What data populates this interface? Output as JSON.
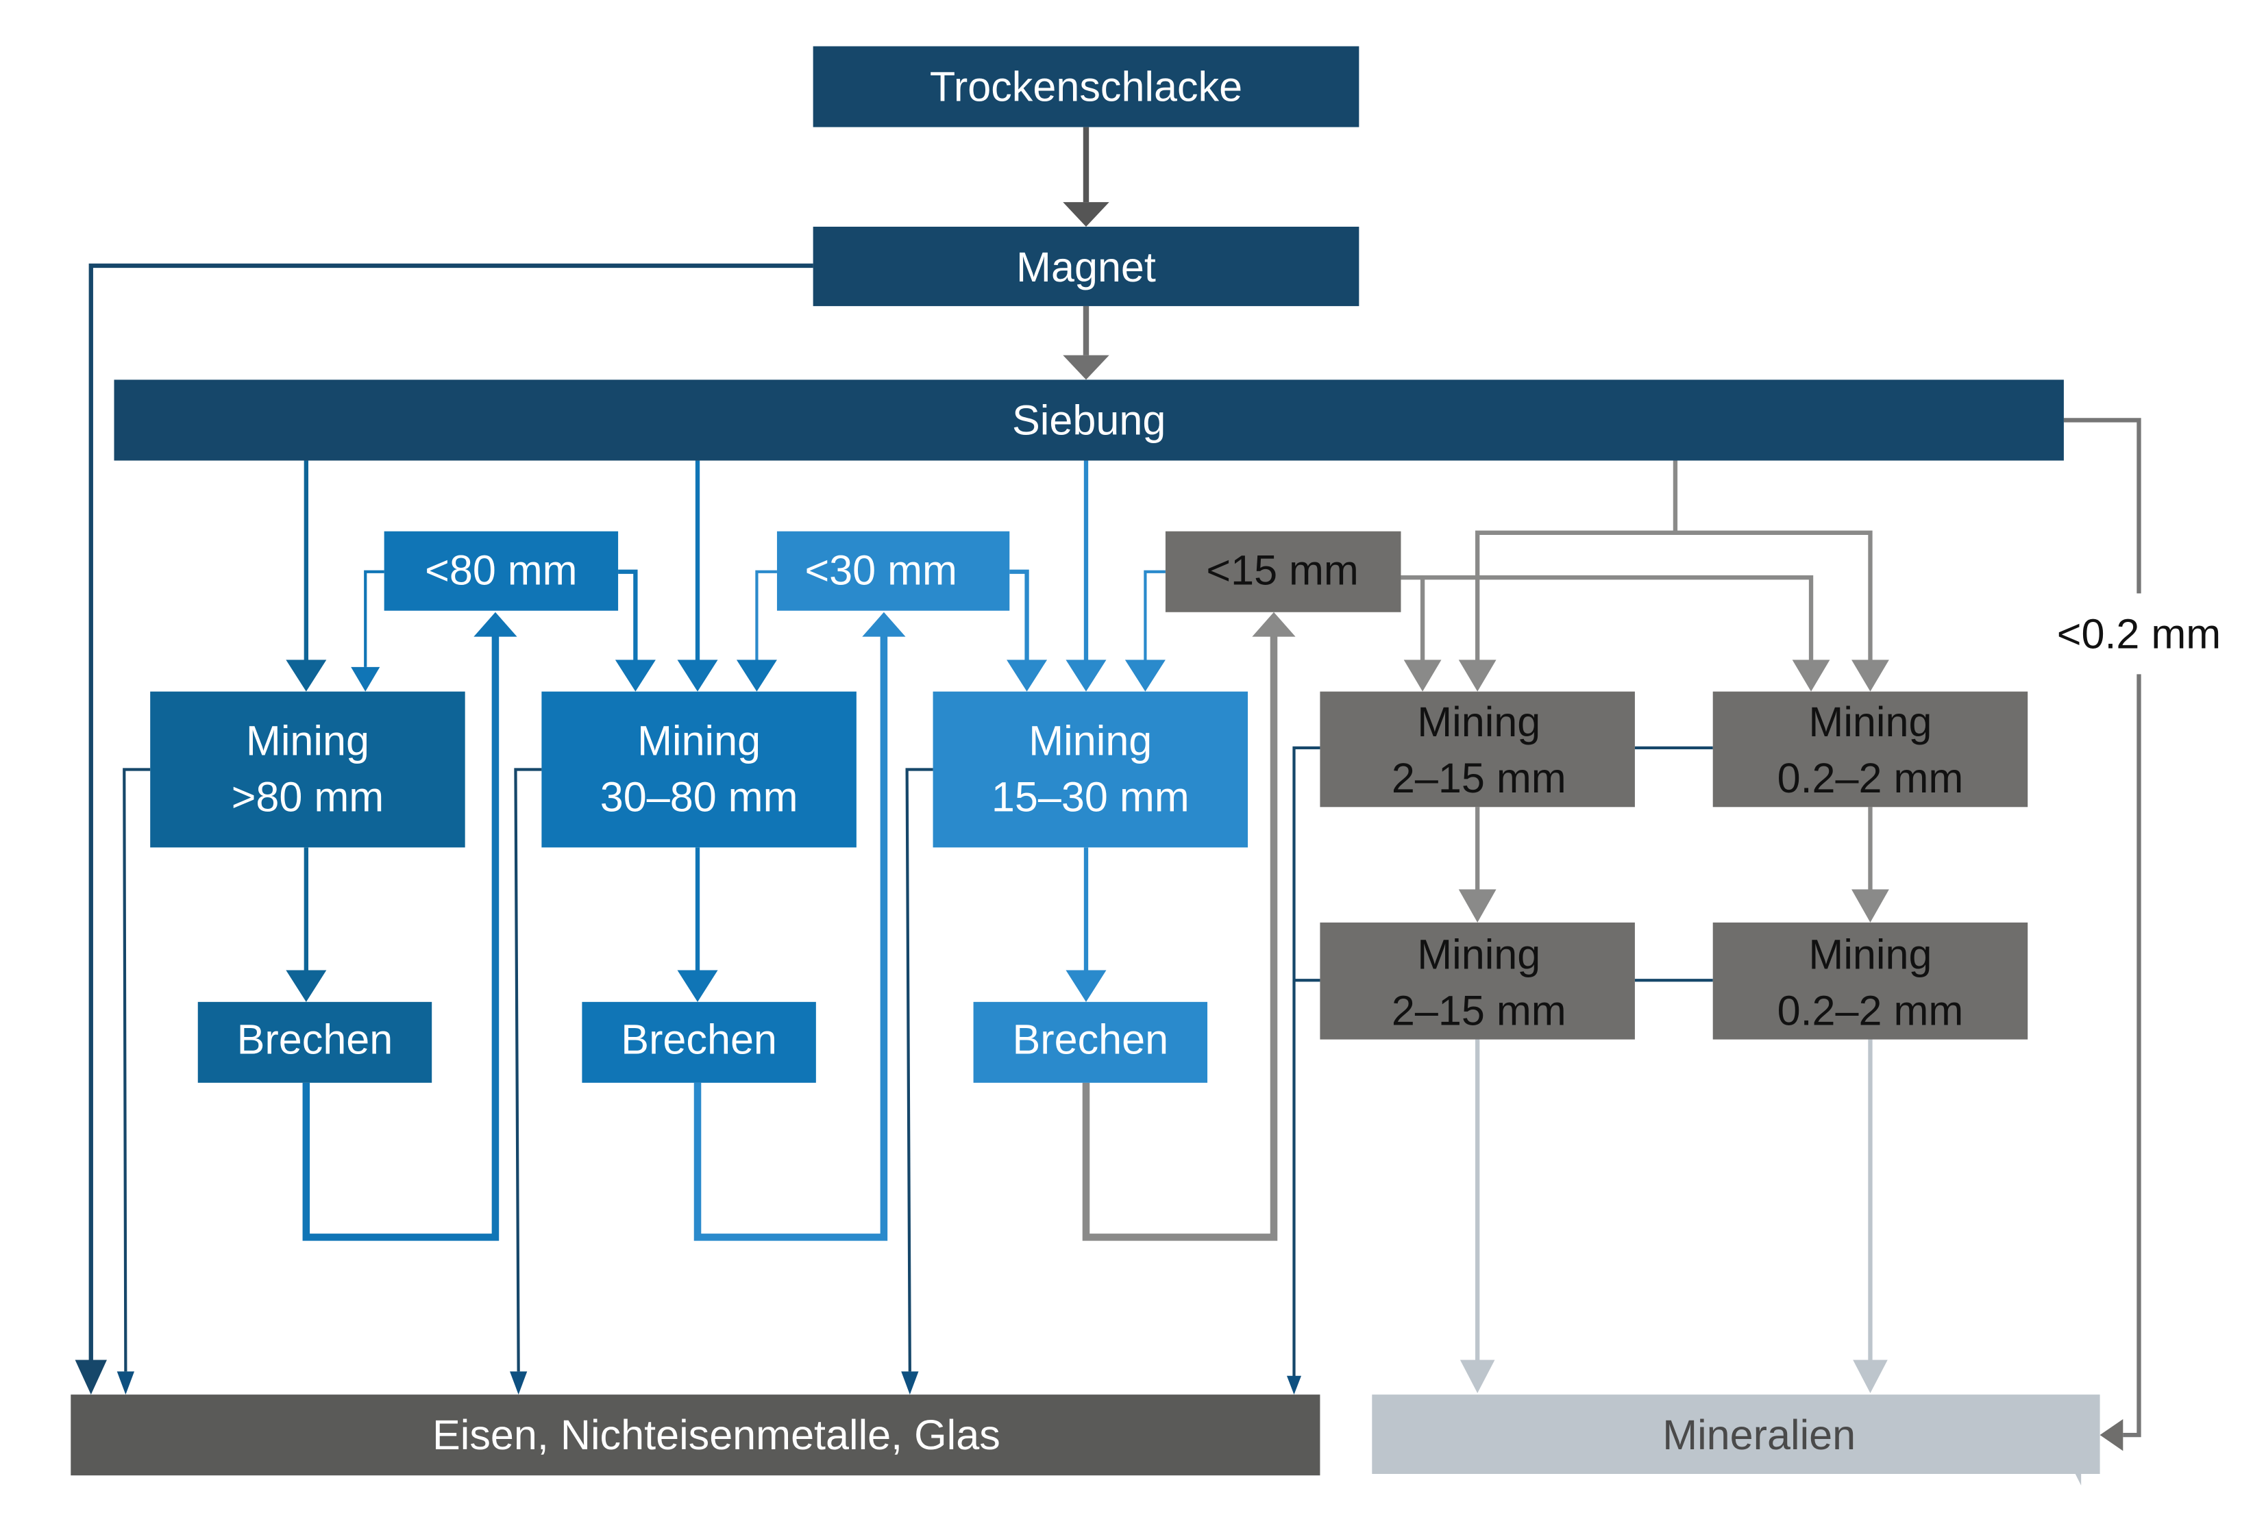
{
  "colors": {
    "navy": "#16476A",
    "blue_dark": "#0E6497",
    "blue_mid": "#1075B6",
    "blue_light": "#2A8ACC",
    "gray": "#6F6E6C",
    "gray_dark": "#5A5A58",
    "gray_light": "#BDC5CC",
    "arrow_gray": "#8A8A89"
  },
  "nodes": {
    "trockenschlacke": "Trockenschlacke",
    "magnet": "Magnet",
    "siebung": "Siebung",
    "lt80": "<80 mm",
    "lt30": "<30 mm",
    "lt15": "<15 mm",
    "mining_gt80": [
      "Mining",
      ">80 mm"
    ],
    "mining_30_80": [
      "Mining",
      "30–80 mm"
    ],
    "mining_15_30": [
      "Mining",
      "15–30 mm"
    ],
    "mining_2_15_a": [
      "Mining",
      "2–15 mm"
    ],
    "mining_02_2_a": [
      "Mining",
      "0.2–2 mm"
    ],
    "mining_2_15_b": [
      "Mining",
      "2–15 mm"
    ],
    "mining_02_2_b": [
      "Mining",
      "0.2–2 mm"
    ],
    "brechen_1": "Brechen",
    "brechen_2": "Brechen",
    "brechen_3": "Brechen",
    "metals": "Eisen, Nichteisenmetalle, Glas",
    "minerals": "Mineralien"
  },
  "edge_labels": {
    "lt02": "<0.2 mm"
  }
}
